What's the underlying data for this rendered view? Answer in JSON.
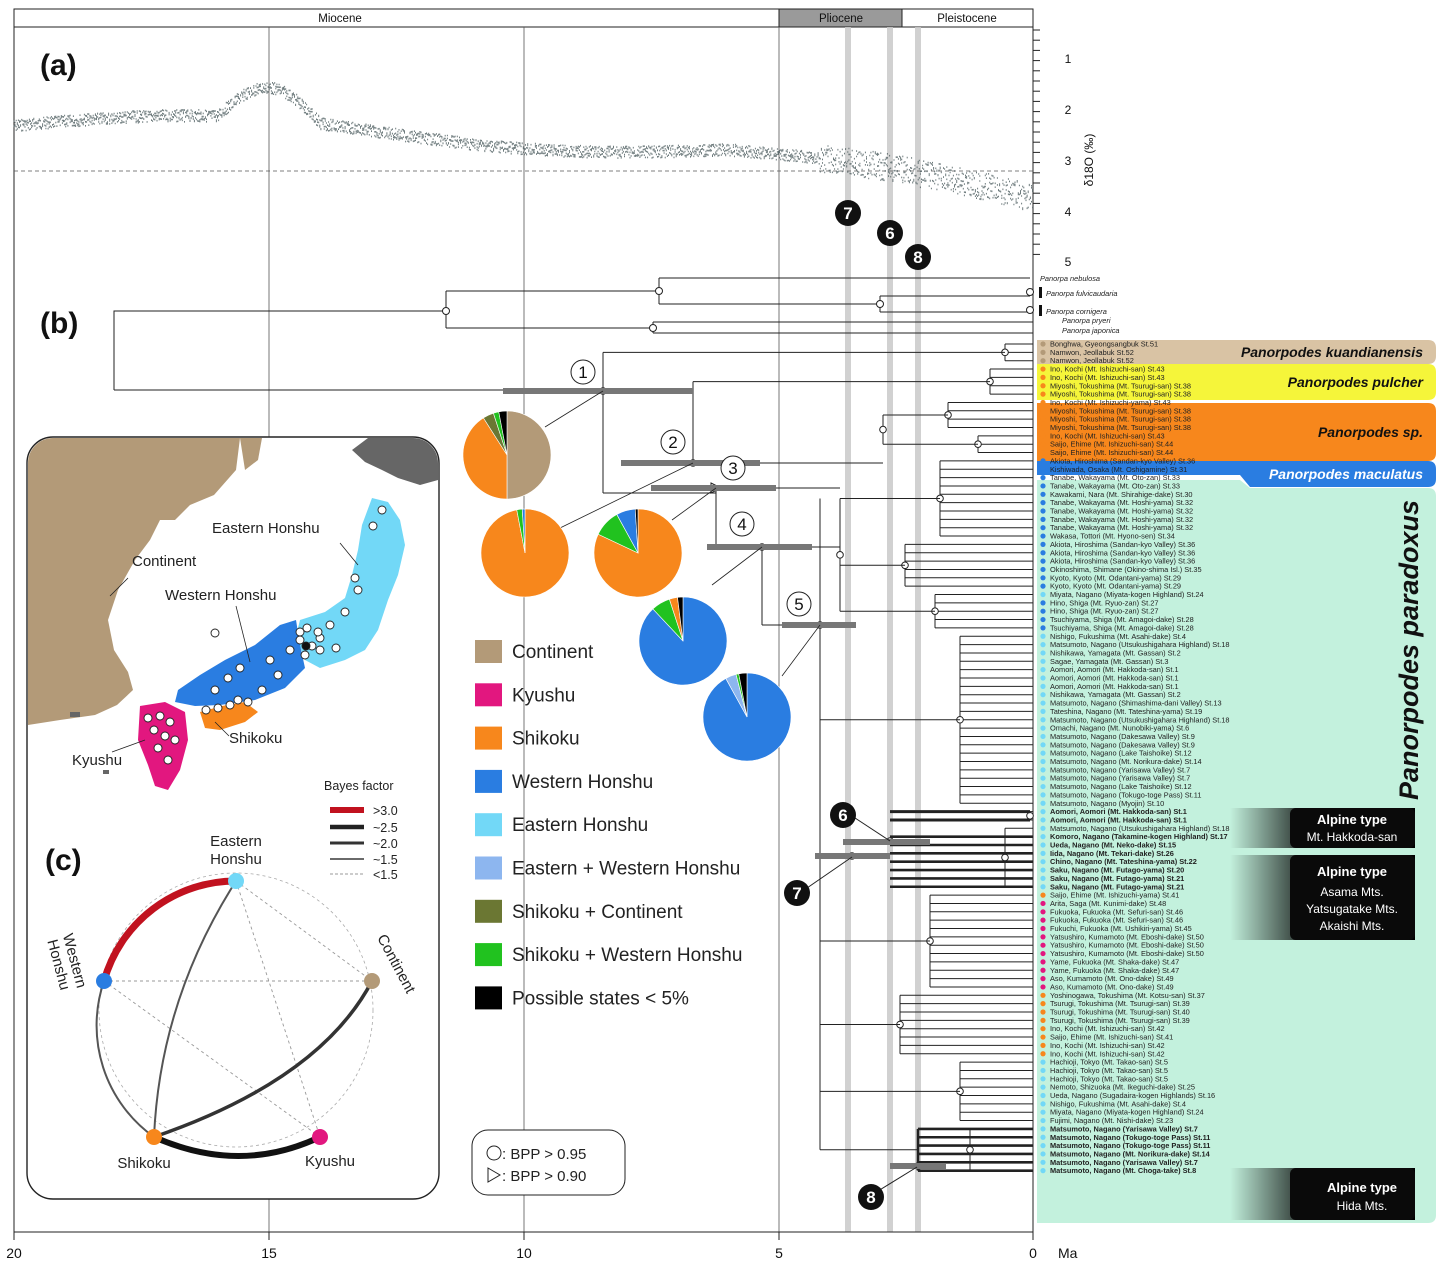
{
  "epochs": {
    "miocene": "Miocene",
    "pliocene": "Pliocene",
    "pleistocene": "Pleistocene"
  },
  "panels": {
    "a": "(a)",
    "b": "(b)",
    "c": "(c)"
  },
  "time_axis": {
    "unit": "Ma",
    "ticks": [
      "20",
      "15",
      "10",
      "5",
      "0"
    ]
  },
  "d18o_axis": {
    "label": "δ18O (‰)",
    "ticks": [
      "1",
      "2",
      "3",
      "4",
      "5"
    ]
  },
  "events": [
    "7",
    "6",
    "8"
  ],
  "outgroup_tips": [
    "Panorpa nebulosa",
    "Panorpa fulvicaudaria",
    "Panorpa cornigera",
    "Panorpa pryeri",
    "Panorpa japonica"
  ],
  "node_labels": [
    "1",
    "2",
    "3",
    "4",
    "5"
  ],
  "clade_labels": {
    "kuandianensis": "Panorpodes kuandianensis",
    "pulcher": "Panorpodes pulcher",
    "sp": "Panorpodes sp.",
    "maculatus": "Panorpodes maculatus",
    "paradoxus": "Panorpodes paradoxus"
  },
  "alpine": [
    {
      "title": "Alpine type",
      "sub": [
        "Mt. Hakkoda-san"
      ]
    },
    {
      "title": "Alpine type",
      "sub": [
        "Asama Mts.",
        "Yatsugatake Mts.",
        "Akaishi Mts."
      ]
    },
    {
      "title": "Alpine type",
      "sub": [
        "Hida Mts."
      ]
    }
  ],
  "legend": [
    {
      "label": "Continent",
      "color": "#b39a78"
    },
    {
      "label": "Kyushu",
      "color": "#e2177f"
    },
    {
      "label": "Shikoku",
      "color": "#f7871c"
    },
    {
      "label": "Western Honshu",
      "color": "#2a7de1"
    },
    {
      "label": "Eastern Honshu",
      "color": "#72d8f7"
    },
    {
      "label": "Eastern + Western Honshu",
      "color": "#8db6ef"
    },
    {
      "label": "Shikoku + Continent",
      "color": "#6b7733"
    },
    {
      "label": "Shikoku + Western Honshu",
      "color": "#21c21f"
    },
    {
      "label": "Possible states < 5%",
      "color": "#000000"
    }
  ],
  "bpp_legend": [
    ": BPP > 0.95",
    ": BPP > 0.90"
  ],
  "map_labels": {
    "eastern": "Eastern Honshu",
    "western": "Western Honshu",
    "continent": "Continent",
    "kyushu": "Kyushu",
    "shikoku": "Shikoku"
  },
  "bayes": {
    "title": "Bayes factor",
    "items": [
      ">3.0",
      "~2.5",
      "~2.0",
      "~1.5",
      "<1.5"
    ]
  },
  "network_labels": {
    "eastern": [
      "Eastern",
      "Honshu"
    ],
    "western": [
      "Western",
      "Honshu"
    ],
    "continent": "Continent",
    "shikoku": "Shikoku",
    "kyushu": "Kyushu"
  },
  "tips": [
    {
      "t": "Bonghwa, Gyeongsangbuk St.51",
      "c": "#b39a78"
    },
    {
      "t": "Namwon, Jeollabuk St.52",
      "c": "#b39a78"
    },
    {
      "t": "Namwon, Jeollabuk St.52",
      "c": "#b39a78"
    },
    {
      "t": "Ino, Kochi (Mt. Ishizuchi-san) St.43",
      "c": "#f7871c"
    },
    {
      "t": "Ino, Kochi (Mt. Ishizuchi-san) St.43",
      "c": "#f7871c"
    },
    {
      "t": "Miyoshi, Tokushima (Mt. Tsurugi-san) St.38",
      "c": "#f7871c"
    },
    {
      "t": "Miyoshi, Tokushima (Mt. Tsurugi-san) St.38",
      "c": "#f7871c"
    },
    {
      "t": "Ino, Kochi (Mt. Ishizuchi-yama) St.43",
      "c": "#f7871c"
    },
    {
      "t": "Miyoshi, Tokushima (Mt. Tsurugi-san) St.38",
      "c": "#f7871c"
    },
    {
      "t": "Miyoshi, Tokushima (Mt. Tsurugi-san) St.38",
      "c": "#f7871c"
    },
    {
      "t": "Miyoshi, Tokushima (Mt. Tsurugi-san) St.38",
      "c": "#f7871c"
    },
    {
      "t": "Ino, Kochi (Mt. Ishizuchi-san) St.43",
      "c": "#f7871c"
    },
    {
      "t": "Saijo, Ehime (Mt. Ishizuchi-san) St.44",
      "c": "#f7871c"
    },
    {
      "t": "Saijo, Ehime (Mt. Ishizuchi-san) St.44",
      "c": "#f7871c"
    },
    {
      "t": "Akiota, Hiroshima (Sandan-kyo Valley) St.36",
      "c": "#2a7de1"
    },
    {
      "t": "Kishiwada, Osaka (Mt. Oshigamine) St.31",
      "c": "#2a7de1"
    },
    {
      "t": "Tanabe, Wakayama (Mt. Oto-zan) St.33",
      "c": "#2a7de1"
    },
    {
      "t": "Tanabe, Wakayama (Mt. Oto-zan) St.33",
      "c": "#2a7de1"
    },
    {
      "t": "Kawakami, Nara (Mt. Shirahige-dake) St.30",
      "c": "#2a7de1"
    },
    {
      "t": "Tanabe, Wakayama (Mt. Hoshi-yama) St.32",
      "c": "#2a7de1"
    },
    {
      "t": "Tanabe, Wakayama (Mt. Hoshi-yama) St.32",
      "c": "#2a7de1"
    },
    {
      "t": "Tanabe, Wakayama (Mt. Hoshi-yama) St.32",
      "c": "#2a7de1"
    },
    {
      "t": "Tanabe, Wakayama (Mt. Hoshi-yama) St.32",
      "c": "#2a7de1"
    },
    {
      "t": "Wakasa, Tottori (Mt. Hyono-sen) St.34",
      "c": "#2a7de1"
    },
    {
      "t": "Akiota, Hiroshima (Sandan-kyo Valley) St.36",
      "c": "#2a7de1"
    },
    {
      "t": "Akiota, Hiroshima (Sandan-kyo Valley) St.36",
      "c": "#2a7de1"
    },
    {
      "t": "Akiota, Hiroshima (Sandan-kyo Valley) St.36",
      "c": "#2a7de1"
    },
    {
      "t": "Okinoshima, Shimane (Okino-shima Isl.) St.35",
      "c": "#2a7de1"
    },
    {
      "t": "Kyoto, Kyoto (Mt. Odantani-yama) St.29",
      "c": "#2a7de1"
    },
    {
      "t": "Kyoto, Kyoto (Mt. Odantani-yama) St.29",
      "c": "#2a7de1"
    },
    {
      "t": "Miyata, Nagano (Miyata-kogen Highland) St.24",
      "c": "#72d8f7"
    },
    {
      "t": "Hino, Shiga (Mt. Ryuo-zan) St.27",
      "c": "#2a7de1"
    },
    {
      "t": "Hino, Shiga (Mt. Ryuo-zan) St.27",
      "c": "#2a7de1"
    },
    {
      "t": "Tsuchiyama, Shiga (Mt. Amagoi-dake) St.28",
      "c": "#2a7de1"
    },
    {
      "t": "Tsuchiyama, Shiga (Mt. Amagoi-dake) St.28",
      "c": "#2a7de1"
    },
    {
      "t": "Nishigo, Fukushima (Mt. Asahi-dake) St.4",
      "c": "#72d8f7"
    },
    {
      "t": "Matsumoto, Nagano (Utsukushigahara Highland) St.18",
      "c": "#72d8f7"
    },
    {
      "t": "Nishikawa, Yamagata (Mt. Gassan) St.2",
      "c": "#72d8f7"
    },
    {
      "t": "Sagae, Yamagata (Mt. Gassan) St.3",
      "c": "#72d8f7"
    },
    {
      "t": "Aomori, Aomori (Mt. Hakkoda-san) St.1",
      "c": "#72d8f7"
    },
    {
      "t": "Aomori, Aomori (Mt. Hakkoda-san) St.1",
      "c": "#72d8f7"
    },
    {
      "t": "Aomori, Aomori (Mt. Hakkoda-san) St.1",
      "c": "#72d8f7"
    },
    {
      "t": "Nishikawa, Yamagata (Mt. Gassan) St.2",
      "c": "#72d8f7"
    },
    {
      "t": "Matsumoto, Nagano (Shimashima-dani Valley) St.13",
      "c": "#72d8f7"
    },
    {
      "t": "Tateshina, Nagano (Mt. Tateshina-yama) St.19",
      "c": "#72d8f7"
    },
    {
      "t": "Matsumoto, Nagano (Utsukushigahara Highland) St.18",
      "c": "#72d8f7"
    },
    {
      "t": "Omachi, Nagano (Mt. Nunobiki-yama) St.6",
      "c": "#72d8f7"
    },
    {
      "t": "Matsumoto, Nagano (Dakesawa Valley) St.9",
      "c": "#72d8f7"
    },
    {
      "t": "Matsumoto, Nagano (Dakesawa Valley) St.9",
      "c": "#72d8f7"
    },
    {
      "t": "Matsumoto, Nagano (Lake Taishoike) St.12",
      "c": "#72d8f7"
    },
    {
      "t": "Matsumoto, Nagano (Mt. Norikura-dake) St.14",
      "c": "#72d8f7"
    },
    {
      "t": "Matsumoto, Nagano (Yarisawa Valley) St.7",
      "c": "#72d8f7"
    },
    {
      "t": "Matsumoto, Nagano (Yarisawa Valley) St.7",
      "c": "#72d8f7"
    },
    {
      "t": "Matsumoto, Nagano (Lake Taishoike) St.12",
      "c": "#72d8f7"
    },
    {
      "t": "Matsumoto, Nagano (Tokugo-toge Pass) St.11",
      "c": "#72d8f7"
    },
    {
      "t": "Matsumoto, Nagano (Myojin) St.10",
      "c": "#72d8f7"
    },
    {
      "t": "Aomori, Aomori (Mt. Hakkoda-san) St.1",
      "c": "#72d8f7",
      "b": 1
    },
    {
      "t": "Aomori, Aomori (Mt. Hakkoda-san) St.1",
      "c": "#72d8f7",
      "b": 1
    },
    {
      "t": "Matsumoto, Nagano (Utsukushigahara Highland) St.18",
      "c": "#72d8f7"
    },
    {
      "t": "Komoro, Nagano (Takamine-kogen Highland) St.17",
      "c": "#72d8f7",
      "b": 1
    },
    {
      "t": "Ueda, Nagano (Mt. Neko-dake) St.15",
      "c": "#72d8f7",
      "b": 1
    },
    {
      "t": "Iida, Nagano (Mt. Tekari-dake) St.26",
      "c": "#72d8f7",
      "b": 1
    },
    {
      "t": "Chino, Nagano (Mt. Tateshina-yama) St.22",
      "c": "#72d8f7",
      "b": 1
    },
    {
      "t": "Saku, Nagano (Mt. Futago-yama) St.20",
      "c": "#72d8f7",
      "b": 1
    },
    {
      "t": "Saku, Nagano (Mt. Futago-yama) St.21",
      "c": "#72d8f7",
      "b": 1
    },
    {
      "t": "Saku, Nagano (Mt. Futago-yama) St.21",
      "c": "#72d8f7",
      "b": 1
    },
    {
      "t": "Saijo, Ehime (Mt. Ishizuchi-yama) St.41",
      "c": "#f7871c"
    },
    {
      "t": "Arita, Saga (Mt. Kunimi-dake) St.48",
      "c": "#e2177f"
    },
    {
      "t": "Fukuoka, Fukuoka (Mt. Sefuri-san) St.46",
      "c": "#e2177f"
    },
    {
      "t": "Fukuoka, Fukuoka (Mt. Sefuri-san) St.46",
      "c": "#e2177f"
    },
    {
      "t": "Fukuchi, Fukuoka (Mt. Ushikiri-yama) St.45",
      "c": "#e2177f"
    },
    {
      "t": "Yatsushiro, Kumamoto (Mt. Eboshi-dake) St.50",
      "c": "#e2177f"
    },
    {
      "t": "Yatsushiro, Kumamoto (Mt. Eboshi-dake) St.50",
      "c": "#e2177f"
    },
    {
      "t": "Yatsushiro, Kumamoto (Mt. Eboshi-dake) St.50",
      "c": "#e2177f"
    },
    {
      "t": "Yame, Fukuoka (Mt. Shaka-dake) St.47",
      "c": "#e2177f"
    },
    {
      "t": "Yame, Fukuoka (Mt. Shaka-dake) St.47",
      "c": "#e2177f"
    },
    {
      "t": "Aso, Kumamoto (Mt. Ono-dake) St.49",
      "c": "#e2177f"
    },
    {
      "t": "Aso, Kumamoto (Mt. Ono-dake) St.49",
      "c": "#e2177f"
    },
    {
      "t": "Yoshinogawa, Tokushima (Mt. Kotsu-san) St.37",
      "c": "#f7871c"
    },
    {
      "t": "Tsurugi, Tokushima (Mt. Tsurugi-san) St.39",
      "c": "#f7871c"
    },
    {
      "t": "Tsurugi, Tokushima (Mt. Tsurugi-san) St.40",
      "c": "#f7871c"
    },
    {
      "t": "Tsurugi, Tokushima (Mt. Tsurugi-san) St.39",
      "c": "#f7871c"
    },
    {
      "t": "Ino, Kochi (Mt. Ishizuchi-san) St.42",
      "c": "#f7871c"
    },
    {
      "t": "Saijo, Ehime (Mt. Ishizuchi-san) St.41",
      "c": "#f7871c"
    },
    {
      "t": "Ino, Kochi (Mt. Ishizuchi-san) St.42",
      "c": "#f7871c"
    },
    {
      "t": "Ino, Kochi (Mt. Ishizuchi-san) St.42",
      "c": "#f7871c"
    },
    {
      "t": "Hachioji, Tokyo (Mt. Takao-san) St.5",
      "c": "#72d8f7"
    },
    {
      "t": "Hachioji, Tokyo (Mt. Takao-san) St.5",
      "c": "#72d8f7"
    },
    {
      "t": "Hachioji, Tokyo (Mt. Takao-san) St.5",
      "c": "#72d8f7"
    },
    {
      "t": "Nemoto, Shizuoka (Mt. Ikeguchi-dake) St.25",
      "c": "#72d8f7"
    },
    {
      "t": "Ueda, Nagano (Sugadaira-kogen Highlands) St.16",
      "c": "#72d8f7"
    },
    {
      "t": "Nishigo, Fukushima (Mt. Asahi-dake) St.4",
      "c": "#72d8f7"
    },
    {
      "t": "Miyata, Nagano (Miyata-kogen Highland) St.24",
      "c": "#72d8f7"
    },
    {
      "t": "Fujimi, Nagano (Mt. Nishi-dake) St.23",
      "c": "#72d8f7"
    },
    {
      "t": "Matsumoto, Nagano (Yarisawa Valley) St.7",
      "c": "#72d8f7",
      "b": 1
    },
    {
      "t": "Matsumoto, Nagano (Tokugo-toge Pass) St.11",
      "c": "#72d8f7",
      "b": 1
    },
    {
      "t": "Matsumoto, Nagano (Tokugo-toge Pass) St.11",
      "c": "#72d8f7",
      "b": 1
    },
    {
      "t": "Matsumoto, Nagano (Mt. Norikura-dake) St.14",
      "c": "#72d8f7",
      "b": 1
    },
    {
      "t": "Matsumoto, Nagano (Yarisawa Valley) St.7",
      "c": "#72d8f7",
      "b": 1
    },
    {
      "t": "Matsumoto, Nagano (Mt. Choga-take) St.8",
      "c": "#72d8f7",
      "b": 1
    }
  ]
}
